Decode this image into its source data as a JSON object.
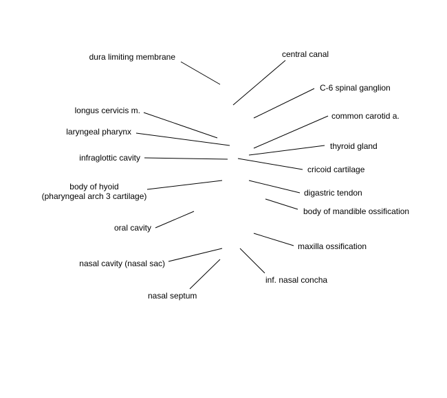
{
  "colors": {
    "background": "#ffffff",
    "lines": "#000000",
    "text": "#000000"
  },
  "labels": {
    "dura": "dura limiting membrane",
    "central_canal": "central canal",
    "c6_ganglion": "C-6 spinal ganglion",
    "longus": "longus cervicis m.",
    "carotid": "common carotid a.",
    "laryngeal": "laryngeal pharynx",
    "thyroid": "thyroid gland",
    "infraglottic": "infraglottic cavity",
    "cricoid": "cricoid cartilage",
    "hyoid_line1": "body of hyoid",
    "hyoid_line2": "(pharyngeal arch 3 cartilage)",
    "digastric": "digastric tendon",
    "mandible": "body of mandible ossification",
    "oral": "oral cavity",
    "maxilla": "maxilla ossification",
    "nasal_cavity": "nasal cavity (nasal sac)",
    "concha": "inf. nasal concha",
    "septum": "nasal septum"
  }
}
